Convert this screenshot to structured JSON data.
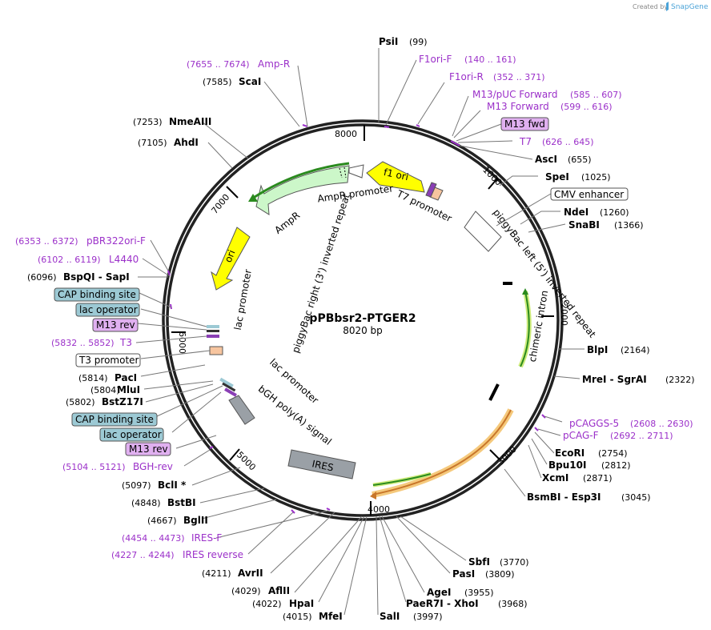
{
  "header": {
    "credit": "Created by",
    "brand": "SnapGene"
  },
  "plasmid": {
    "name": "pPBbsr2-PTGER2",
    "length": "8020 bp"
  },
  "ticks": [
    "1000",
    "2000",
    "3000",
    "4000",
    "5000",
    "6000",
    "7000",
    "8000"
  ],
  "sites": [
    {
      "name": "PsiI",
      "pos": "(99)"
    },
    {
      "name": "AscI",
      "pos": "(655)"
    },
    {
      "name": "SpeI",
      "pos": "(1025)"
    },
    {
      "name": "NdeI",
      "pos": "(1260)"
    },
    {
      "name": "SnaBI",
      "pos": "(1366)"
    },
    {
      "name": "BlpI",
      "pos": "(2164)"
    },
    {
      "name": "MreI - SgrAI",
      "pos": "(2322)"
    },
    {
      "name": "EcoRI",
      "pos": "(2754)"
    },
    {
      "name": "Bpu10I",
      "pos": "(2812)"
    },
    {
      "name": "XcmI",
      "pos": "(2871)"
    },
    {
      "name": "BsmBI - Esp3I",
      "pos": "(3045)"
    },
    {
      "name": "SbfI",
      "pos": "(3770)"
    },
    {
      "name": "PasI",
      "pos": "(3809)"
    },
    {
      "name": "AgeI",
      "pos": "(3955)"
    },
    {
      "name": "PaeR7I - XhoI",
      "pos": "(3968)"
    },
    {
      "name": "SalI",
      "pos": "(3997)"
    },
    {
      "name": "MfeI",
      "pos": "(4015)"
    },
    {
      "name": "HpaI",
      "pos": "(4022)"
    },
    {
      "name": "AflII",
      "pos": "(4029)"
    },
    {
      "name": "AvrII",
      "pos": "(4211)"
    },
    {
      "name": "BglII",
      "pos": "(4667)"
    },
    {
      "name": "BstBI",
      "pos": "(4848)"
    },
    {
      "name": "BclI *",
      "pos": "(5097)"
    },
    {
      "name": "BstZ17I",
      "pos": "(5802)"
    },
    {
      "name": "MluI",
      "pos": "(5804)"
    },
    {
      "name": "PacI",
      "pos": "(5814)"
    },
    {
      "name": "BspQI - SapI",
      "pos": "(6096)"
    },
    {
      "name": "AhdI",
      "pos": "(7105)"
    },
    {
      "name": "NmeAIII",
      "pos": "(7253)"
    },
    {
      "name": "ScaI",
      "pos": "(7585)"
    }
  ],
  "primers": [
    {
      "name": "F1ori-F",
      "pos": "(140 .. 161)"
    },
    {
      "name": "F1ori-R",
      "pos": "(352 .. 371)"
    },
    {
      "name": "M13/pUC Forward",
      "pos": "(585 .. 607)"
    },
    {
      "name": "M13 Forward",
      "pos": "(599 .. 616)"
    },
    {
      "name": "T7",
      "pos": "(626 .. 645)"
    },
    {
      "name": "pCAGGS-5",
      "pos": "(2608 .. 2630)"
    },
    {
      "name": "pCAG-F",
      "pos": "(2692 .. 2711)"
    },
    {
      "name": "IRES-F",
      "pos": "(4454 .. 4473)"
    },
    {
      "name": "IRES reverse",
      "pos": "(4227 .. 4244)"
    },
    {
      "name": "BGH-rev",
      "pos": "(5104 .. 5121)"
    },
    {
      "name": "T3",
      "pos": "(5832 .. 5852)"
    },
    {
      "name": "L4440",
      "pos": "(6102 .. 6119)"
    },
    {
      "name": "pBR322ori-F",
      "pos": "(6353 .. 6372)"
    },
    {
      "name": "Amp-R",
      "pos": "(7655 .. 7674)"
    }
  ],
  "boxed_labels": {
    "m13_fwd": "M13 fwd",
    "cmv_enhancer": "CMV enhancer",
    "cap_top": "CAP binding site",
    "lac_op_top": "lac operator",
    "m13_rev_top": "M13 rev",
    "t3_promoter": "T3 promoter",
    "cap_bottom": "CAP binding site",
    "lac_op_bottom": "lac operator",
    "m13_rev_bottom": "M13 rev"
  },
  "features": {
    "f1_ori": "f1 ori",
    "ampr_promoter": "AmpR promoter",
    "ampr": "AmpR",
    "ori": "ori",
    "t7_promoter": "T7 promoter",
    "piggybac_left": "piggyBac left (5') inverted repeat",
    "chimeric_intron": "chimeric intron",
    "lac_promoter_top": "lac promoter",
    "piggybac_right": "piggyBac right (3') inverted repeat",
    "lac_promoter_bottom": "lac promoter",
    "bgh": "bGH poly(A) signal",
    "ires": "IRES"
  },
  "colors": {
    "primer": "#9b30c9",
    "f1_ori": "#ffff00",
    "ampr": "#ccf7c9",
    "ampr_promoter": "#ffffff",
    "ori": "#ffff00",
    "ires": "#9aa0a6",
    "bgh": "#9aa0a6",
    "t7": "#f7c59f",
    "cap_box": "#9cc9d4",
    "m13_box": "#e0b0f0",
    "orf_green": "#2a8a1e",
    "orf_orange": "#c8762a"
  }
}
